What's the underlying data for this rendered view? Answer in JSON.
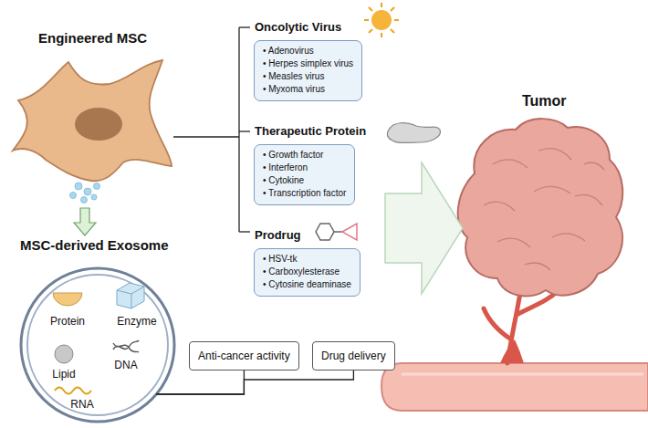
{
  "diagram": {
    "nodes": [
      {
        "text": [
          "Oncolytic Virus",
          "• Adenovirus",
          "• Herpes simplex virus",
          "• Measles virus",
          "• Myxoma virus"
        ]
      },
      {
        "text": [
          "Therapeutic Protein",
          "• Growth factor",
          "• Interferon",
          "• Cytokine",
          "• Transcription factor"
        ]
      },
      {
        "text": [
          "Prodrug",
          "• HSV-tk",
          "• Carboxylesterase",
          "• Cytosine deaminase"
        ]
      },
      {
        "text": [
          "MSC-derived Exosome",
          "Protein",
          "Enzyme",
          "Lipid",
          "DNA",
          "RNA"
        ]
      },
      {
        "text": [
          "Anti-cancer activity"
        ]
      },
      {
        "text": [
          "Drug delivery"
        ]
      }
    ],
    "edges": [
      {
        "from": 3,
        "to": 4,
        "arrow": "none"
      },
      {
        "from": 3,
        "to": 5,
        "arrow": "none"
      }
    ],
    "labels": [
      "Engineered MSC",
      "Tumor"
    ]
  }
}
